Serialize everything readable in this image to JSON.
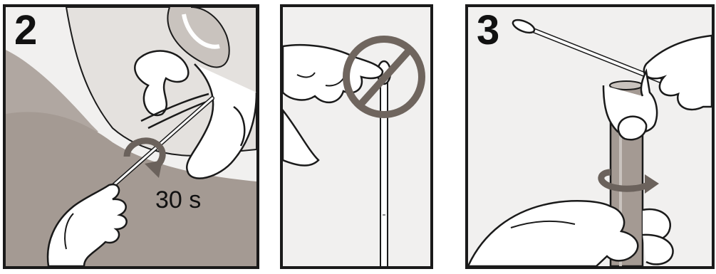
{
  "panels": [
    {
      "step": "2",
      "timer": "30 s"
    },
    {
      "step": ""
    },
    {
      "step": "3"
    }
  ],
  "colors": {
    "line": "#1a1a1a",
    "skin": "#ffffff",
    "shade": "#a49a93",
    "light_bg": "#f1f0ef",
    "arrow": "#6b625c",
    "prohibit": "#6f655e"
  },
  "icons": [
    "rotate-arrow-icon",
    "prohibition-icon",
    "rotate-arrow-icon"
  ]
}
